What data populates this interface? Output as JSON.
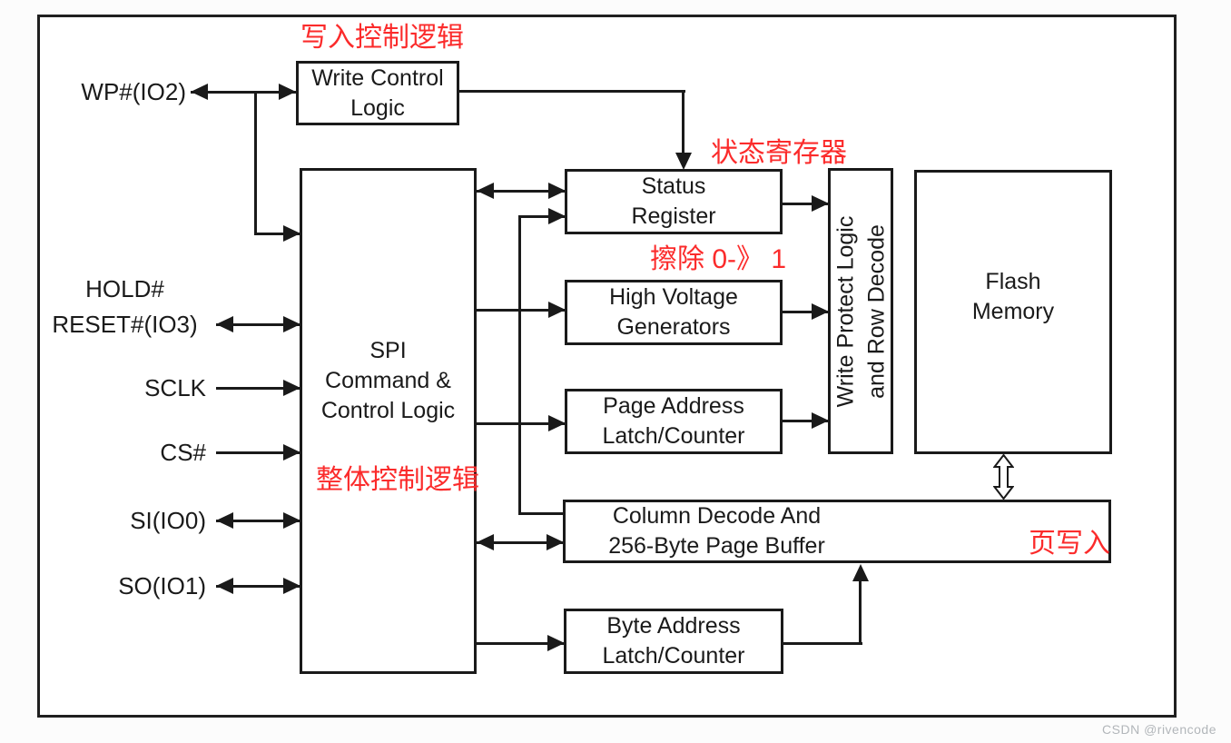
{
  "blocks": {
    "write_control": {
      "label": "Write Control\nLogic"
    },
    "spi": {
      "label": "SPI\nCommand &\nControl Logic"
    },
    "status_register": {
      "label": "Status\nRegister"
    },
    "high_voltage": {
      "label": "High Voltage\nGenerators"
    },
    "page_address": {
      "label": "Page Address\nLatch/Counter"
    },
    "write_protect": {
      "label": "Write Protect Logic\nand Row Decode"
    },
    "flash_memory": {
      "label": "Flash\nMemory"
    },
    "column_decode": {
      "label": "Column Decode And\n256-Byte Page Buffer"
    },
    "byte_address": {
      "label": "Byte Address\nLatch/Counter"
    }
  },
  "pins": {
    "wp": {
      "label": "WP#(IO2)"
    },
    "hold_reset": {
      "label": "HOLD#\nRESET#(IO3)"
    },
    "sclk": {
      "label": "SCLK"
    },
    "cs": {
      "label": "CS#"
    },
    "si": {
      "label": "SI(IO0)"
    },
    "so": {
      "label": "SO(IO1)"
    }
  },
  "annotations": {
    "write_control_note": "写入控制逻辑",
    "status_register_note": "状态寄存器",
    "erase_note": "擦除 0-》 1",
    "overall_control_note": "整体控制逻辑",
    "page_write_note": "页写入"
  },
  "watermark": "CSDN @rivencode",
  "colors": {
    "line": "#1a1a1a",
    "annotation_red": "#fb2b2b",
    "watermark_gray": "#b2b6ba",
    "background": "#ffffff"
  }
}
